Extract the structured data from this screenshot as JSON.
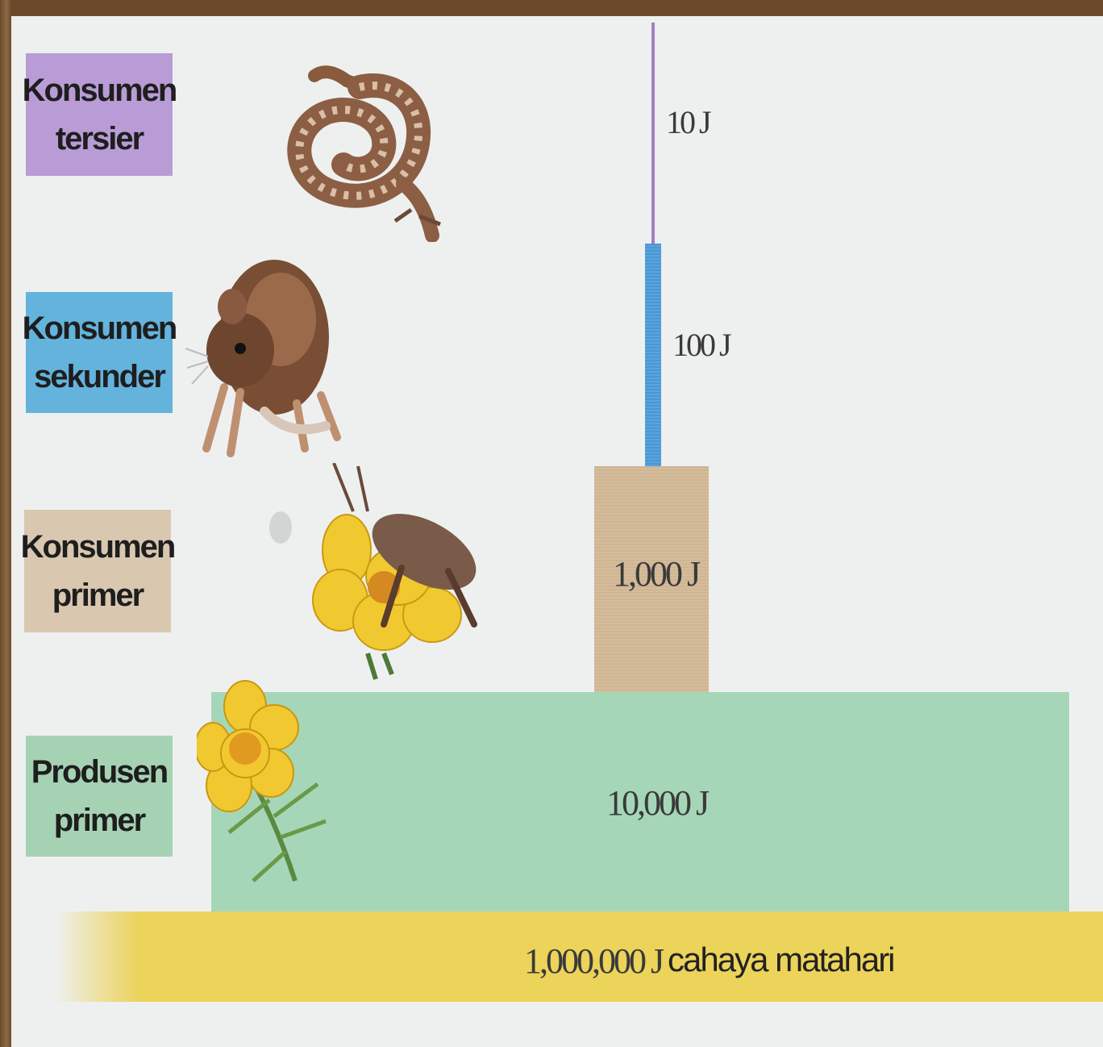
{
  "levels": [
    {
      "label": "Konsumen\ntersier",
      "energy": "10 J",
      "color": "#b99cd6",
      "icon": "snake-icon"
    },
    {
      "label": "Konsumen\nsekunder",
      "energy": "100 J",
      "color": "#64b3dc",
      "icon": "mouse-icon"
    },
    {
      "label": "Konsumen\nprimer",
      "energy": "1,000 J",
      "color": "#d9c7b0",
      "icon": "grasshopper-on-flower-icon"
    },
    {
      "label": "Produsen\nprimer",
      "energy": "10,000 J",
      "color": "#a6d2b4",
      "icon": "yellow-flower-icon"
    }
  ],
  "sunlight": {
    "energy": "1,000,000 J",
    "label": "cahaya matahari",
    "color": "#ecd35a"
  }
}
